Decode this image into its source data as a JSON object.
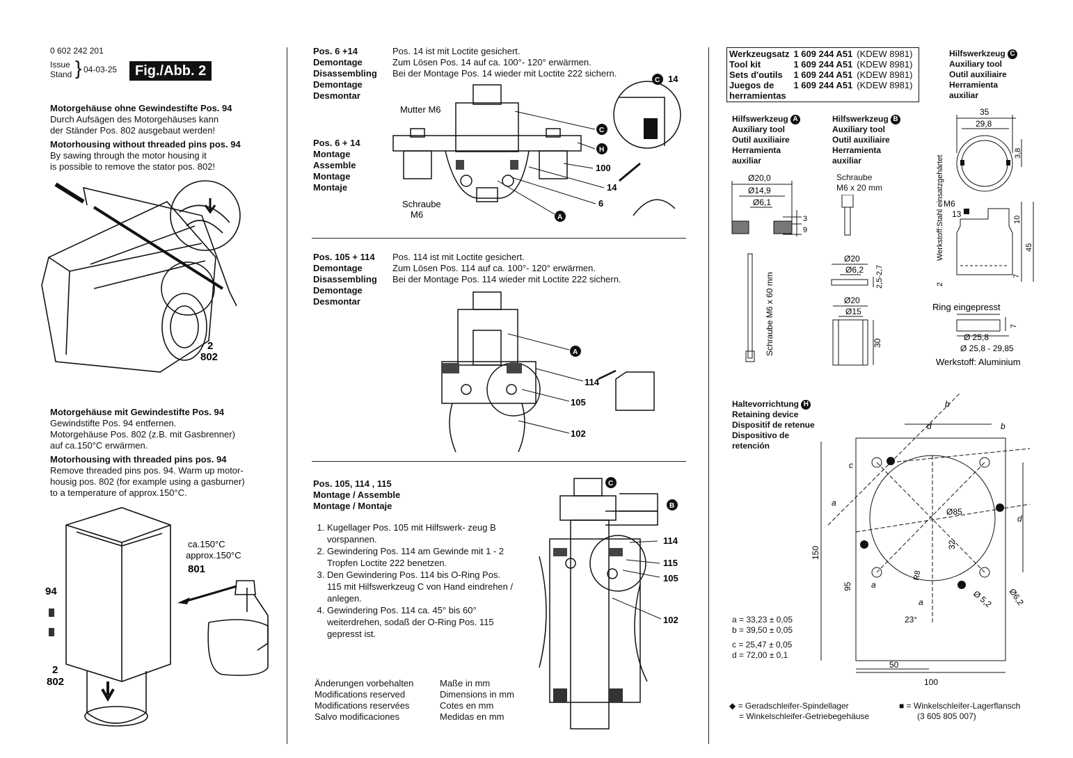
{
  "header": {
    "doc_number": "0 602 242 201",
    "issue_label": "Issue",
    "stand_label": "Stand",
    "date": "04-03-25",
    "fig_label": "Fig./Abb. 2"
  },
  "left": {
    "block1_title_de": "Motorgehäuse ohne Gewindestifte Pos. 94",
    "block1_text_de": [
      "Durch Aufsägen des Motorgehäuses kann",
      "der Ständer Pos. 802 ausgebaut werden!"
    ],
    "block1_title_en": "Motorhousing without threaded pins pos. 94",
    "block1_text_en": [
      "By sawing through the motor housing it",
      "is possible to remove the stator pos. 802!"
    ],
    "fig1_labels": [
      "2",
      "802"
    ],
    "block2_title_de": "Motorgehäuse mit Gewindestifte Pos. 94",
    "block2_text_de": [
      "Gewindstifte Pos. 94 entfernen.",
      "Motorgehäuse Pos. 802 (z.B. mit Gasbrenner)",
      "auf ca.150°C erwärmen."
    ],
    "block2_title_en": "Motorhousing with threaded pins pos. 94",
    "block2_text_en": [
      "Remove threaded pins pos. 94. Warm up motor-",
      "housig pos. 802 (for example using a gasburner)",
      "to a temperature of approx.150°C."
    ],
    "fig2_temp": [
      "ca.150°C",
      "approx.150°C"
    ],
    "fig2_labels": [
      "801",
      "94",
      "2",
      "802"
    ]
  },
  "middle": {
    "sec1_pos": "Pos. 6 +14",
    "sec1_labels": [
      "Demontage",
      "Disassembling",
      "Demontage",
      "Desmontar"
    ],
    "sec1_text": [
      "Pos. 14 ist mit Loctite gesichert.",
      "Zum Lösen Pos. 14 auf ca. 100°- 120° erwärmen.",
      "Bei der Montage Pos. 14 wieder mit Loctite 222 sichern."
    ],
    "sec1b_pos": "Pos. 6 + 14",
    "sec1b_labels": [
      "Montage",
      "Assemble",
      "Montage",
      "Montaje"
    ],
    "sec1_fig": {
      "mutter": "Mutter M6",
      "schraube": [
        "Schraube",
        "M6"
      ],
      "c": "C",
      "h": "H",
      "a": "A",
      "n100": "100",
      "n14": "14",
      "n6": "6",
      "n14b": "14"
    },
    "sec2_pos": "Pos. 105 + 114",
    "sec2_labels": [
      "Demontage",
      "Disassembling",
      "Demontage",
      "Desmontar"
    ],
    "sec2_text": [
      "Pos. 114 ist mit Loctite gesichert.",
      "Zum Lösen Pos. 114 auf ca. 100°- 120° erwärmen.",
      "Bei der Montage Pos. 114 wieder mit Loctite 222 sichern."
    ],
    "sec2_fig": {
      "a": "A",
      "n114": "114",
      "n105": "105",
      "n102": "102"
    },
    "sec3_pos": "Pos. 105, 114 , 115",
    "sec3_labels": [
      "Montage / Assemble",
      "Montage / Montaje"
    ],
    "steps": [
      "Kugellager Pos. 105 mit Hilfswerk- zeug B vorspannen.",
      "Gewindering Pos. 114 am Gewinde mit 1 - 2 Tropfen Loctite 222 benetzen.",
      "Den Gewindering Pos. 114 bis O-Ring Pos. 115 mit Hilfswerkzeug C von Hand eindrehen / anlegen.",
      "Gewindering Pos. 114 ca. 45° bis 60° weiterdrehen, sodaß der O-Ring Pos. 115 gepresst ist."
    ],
    "sec3_fig": {
      "c": "C",
      "b": "B",
      "n114": "114",
      "n115": "115",
      "n105": "105",
      "n102": "102"
    },
    "footer_left": [
      "Änderungen vorbehalten",
      "Modifications reserved",
      "Modifications reservées",
      "Salvo modificaciones"
    ],
    "footer_right": [
      "Maße in mm",
      "Dimensions in mm",
      "Cotes en mm",
      "Medidas en mm"
    ]
  },
  "right": {
    "toolkit": [
      [
        "Werkzeugsatz",
        "1 609 244 A51",
        "(KDEW 8981)"
      ],
      [
        "Tool kit",
        "1 609 244 A51",
        "(KDEW 8981)"
      ],
      [
        "Sets d'outils",
        "1 609 244 A51",
        "(KDEW 8981)"
      ],
      [
        "Juegos de",
        "1 609 244 A51",
        "(KDEW 8981)"
      ],
      [
        "herramientas",
        "",
        ""
      ]
    ],
    "toolA_title": [
      "Hilfswerkzeug",
      "Auxiliary tool",
      "Outil auxiliaire",
      "Herramienta",
      "auxiliar"
    ],
    "toolA_badge": "A",
    "toolA_dims": [
      "Ø20,0",
      "Ø14,9",
      "Ø6,1",
      "3",
      "9"
    ],
    "toolA_screw": "Schraube M6 x 60 mm",
    "toolB_title": [
      "Hilfswerkzeug",
      "Auxiliary tool",
      "Outil auxiliaire",
      "Herramienta",
      "auxiliar"
    ],
    "toolB_badge": "B",
    "toolB_screw": [
      "Schraube",
      "M6 x 20 mm"
    ],
    "toolB_dims": [
      "Ø20",
      "Ø6,2",
      "2,5-2,7",
      "Ø20",
      "Ø15",
      "30"
    ],
    "toolC_title": [
      "Hilfswerkzeug",
      "Auxiliary tool",
      "Outil auxiliaire",
      "Herramienta",
      "auxiliar"
    ],
    "toolC_badge": "C",
    "toolC_dims": [
      "35",
      "29,8",
      "3,8",
      "M6",
      "13",
      "10",
      "45",
      "2",
      "7"
    ],
    "toolC_material": "Werkstoff:Stahl einsatzgehärtet",
    "ring_label": "Ring eingepresst",
    "ring_dims": [
      "7",
      "Ø 25,8",
      "Ø 25,8 - 29,85"
    ],
    "ring_material": "Werkstoff: Aluminium",
    "holder_title": [
      "Haltevorrichtung",
      "Retaining device",
      "Dispositif de retenue",
      "Dispositivo de",
      "retención"
    ],
    "holder_badge": "H",
    "holder_dims": {
      "b1": "b",
      "b2": "b",
      "d1": "d",
      "d2": "d",
      "c": "c",
      "a1": "a",
      "a2": "a",
      "a3": "a",
      "o85": "Ø85",
      "n32": "32",
      "r8": "R8",
      "n150": "150",
      "n95": "95",
      "o52": "Ø 5,2",
      "o62": "Ø6,2",
      "deg": "23°",
      "n50": "50",
      "n100": "100"
    },
    "tolerances": [
      "a = 33,23 ± 0,05",
      "b = 39,50 ± 0,05",
      "c = 25,47 ± 0,05",
      "d = 72,00 ± 0,1"
    ],
    "legend_diamond": [
      "◆ = Geradschleifer-Spindellager",
      "= Winkelschleifer-Getriebegehäuse"
    ],
    "legend_square": [
      "■ = Winkelschleifer-Lagerflansch",
      "(3 605 805 007)"
    ]
  }
}
